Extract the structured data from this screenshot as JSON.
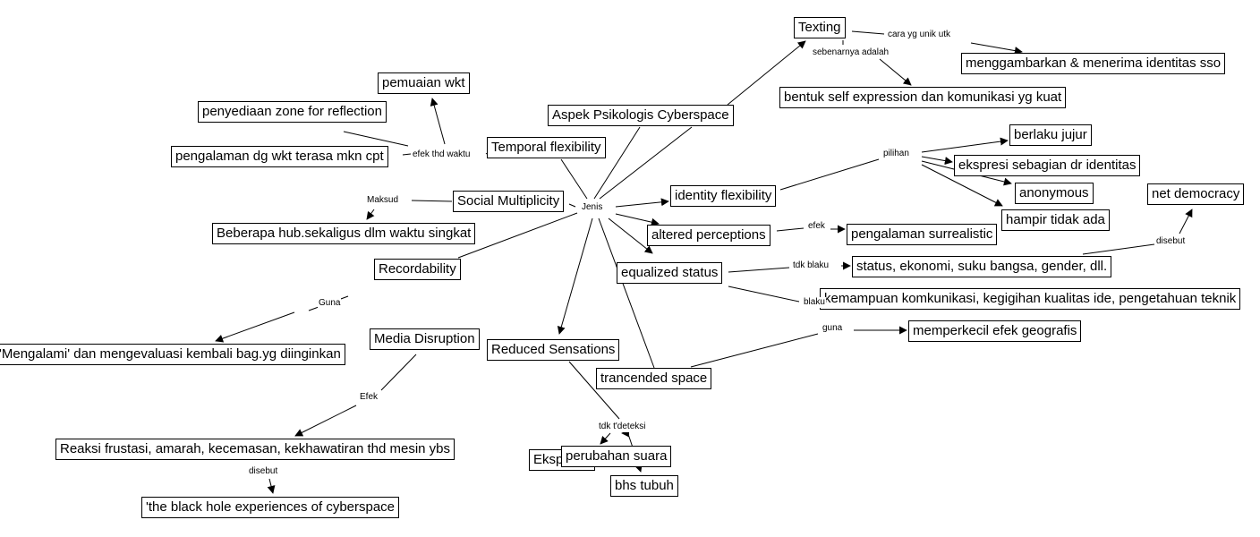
{
  "concept_map": {
    "root": "Aspek Psikologis Cyberspace",
    "nodes": {
      "aspek": "Aspek Psikologis Cyberspace",
      "texting": "Texting",
      "menggambarkan": "menggambarkan & menerima identitas sso",
      "bentuk": "bentuk self expression dan komunikasi yg kuat",
      "pemuaian": "pemuaian wkt",
      "penyediaan": "penyediaan zone for reflection",
      "pengalaman_wkt": "pengalaman dg wkt terasa mkn cpt",
      "temporal": "Temporal flexibility",
      "social": "Social Multiplicity",
      "beberapa": "Beberapa hub.sekaligus dlm waktu singkat",
      "recordability": "Recordability",
      "mengalami": "'Mengalami' dan mengevaluasi kembali bag.yg diinginkan",
      "media": "Media Disruption",
      "reaksi": "Reaksi frustasi, amarah, kecemasan, kekhawatiran thd mesin ybs",
      "blackhole": "'the black hole experiences of cyberspace",
      "reduced": "Reduced Sensations",
      "ekspresi_wajah": "Ekspresi wajah",
      "perubahan": "perubahan suara",
      "bhs_tubuh": "bhs tubuh",
      "trancended": "trancended space",
      "memperkecil": "memperkecil efek geografis",
      "identity": "identity flexibility",
      "berlaku": "berlaku jujur",
      "ekspresi_sebagian": "ekspresi sebagian dr identitas",
      "anonymous": "anonymous",
      "hampir": "hampir tidak ada",
      "altered": "altered perceptions",
      "surrealistic": "pengalaman surrealistic",
      "equalized": "equalized status",
      "status": "status, ekonomi, suku bangsa, gender, dll.",
      "kemampuan": "kemampuan komkunikasi, kegigihan kualitas ide, pengetahuan teknik",
      "net_democracy": "net democracy"
    },
    "link_labels": {
      "jenis": "Jenis",
      "cara": "cara yg unik utk",
      "sebenarnya": "sebenarnya adalah",
      "efek_waktu": "efek thd waktu",
      "maksud": "Maksud",
      "guna_rec": "Guna",
      "efek_media": "Efek",
      "disebut_reaksi": "disebut",
      "tdk_tdeteksi": "tdk t'deteksi",
      "guna_space": "guna",
      "pilihan": "pilihan",
      "efek_altered": "efek",
      "tdk_blaku": "tdk blaku",
      "blaku": "blaku",
      "disebut_net": "disebut"
    }
  }
}
